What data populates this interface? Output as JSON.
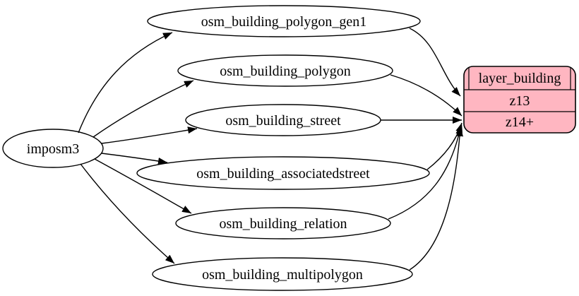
{
  "diagram": {
    "type": "graphviz-flow",
    "background_color": "#ffffff",
    "edge_color": "#000000",
    "source_node": {
      "id": "imposm3",
      "label": "imposm3",
      "shape": "ellipse"
    },
    "table_nodes": [
      {
        "label": "osm_building_polygon_gen1",
        "shape": "ellipse"
      },
      {
        "label": "osm_building_polygon",
        "shape": "ellipse"
      },
      {
        "label": "osm_building_street",
        "shape": "ellipse"
      },
      {
        "label": "osm_building_associatedstreet",
        "shape": "ellipse"
      },
      {
        "label": "osm_building_relation",
        "shape": "ellipse"
      },
      {
        "label": "osm_building_multipolygon",
        "shape": "ellipse"
      }
    ],
    "layer_node": {
      "title": "layer_building",
      "rows": [
        "z13",
        "z14+"
      ],
      "fill": "#ffb6c1",
      "shape": "rounded-record"
    },
    "edges": [
      {
        "from": "imposm3",
        "to": "osm_building_polygon_gen1"
      },
      {
        "from": "imposm3",
        "to": "osm_building_polygon"
      },
      {
        "from": "imposm3",
        "to": "osm_building_street"
      },
      {
        "from": "imposm3",
        "to": "osm_building_associatedstreet"
      },
      {
        "from": "imposm3",
        "to": "osm_building_relation"
      },
      {
        "from": "imposm3",
        "to": "osm_building_multipolygon"
      },
      {
        "from": "osm_building_polygon_gen1",
        "to": "layer_building",
        "row": "z13"
      },
      {
        "from": "osm_building_polygon",
        "to": "layer_building",
        "row": "z14+"
      },
      {
        "from": "osm_building_street",
        "to": "layer_building",
        "row": "z14+"
      },
      {
        "from": "osm_building_associatedstreet",
        "to": "layer_building",
        "row": "z14+"
      },
      {
        "from": "osm_building_relation",
        "to": "layer_building",
        "row": "z14+"
      },
      {
        "from": "osm_building_multipolygon",
        "to": "layer_building",
        "row": "z14+"
      }
    ]
  }
}
